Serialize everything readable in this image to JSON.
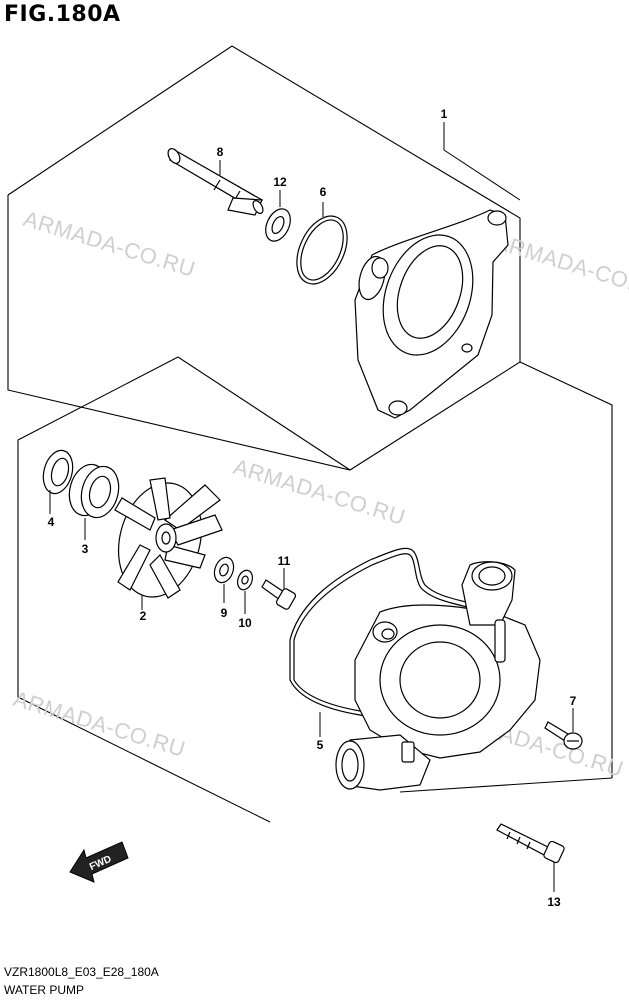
{
  "figure": {
    "title": "FIG.180A",
    "code": "VZR1800L8_E03_E28_180A",
    "name": "WATER PUMP"
  },
  "watermark": "ARMADA-CO.RU",
  "fwd_label": "FWD",
  "callouts": [
    "1",
    "2",
    "3",
    "4",
    "5",
    "6",
    "7",
    "8",
    "9",
    "10",
    "11",
    "12",
    "13"
  ]
}
